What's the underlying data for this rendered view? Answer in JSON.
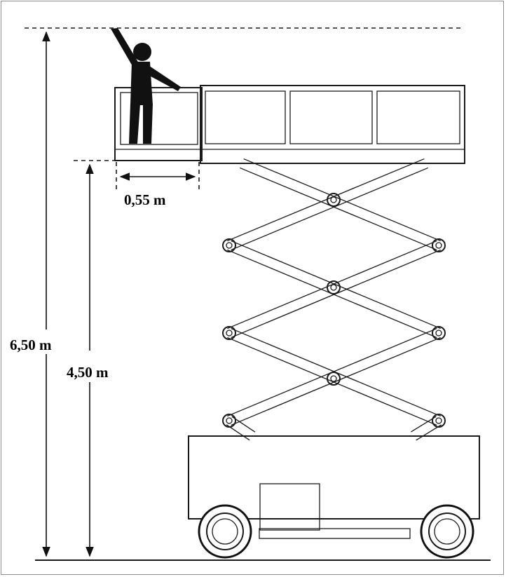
{
  "diagram": {
    "labels": {
      "total_height": "6,50 m",
      "platform_height": "4,50 m",
      "platform_extension": "0,55 m"
    },
    "colors": {
      "ink": "#1a1a1a",
      "background": "#ffffff",
      "frame": "#8c8c8c"
    }
  }
}
